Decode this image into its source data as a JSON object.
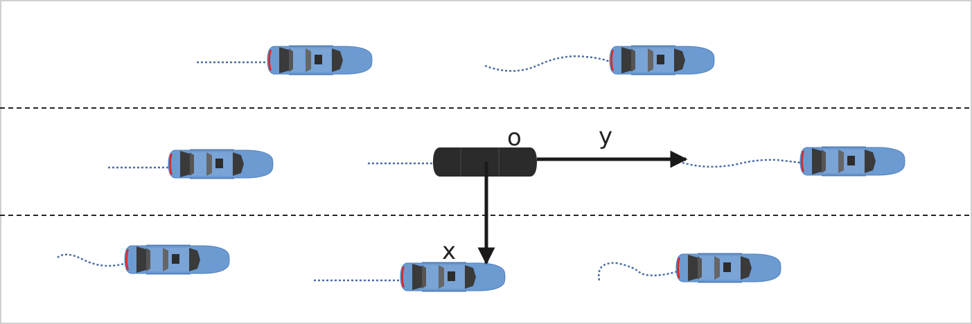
{
  "diagram": {
    "frame_color": "#cfcfcf",
    "lane_line_color": "#222222",
    "trajectory_color": "#4a6aa9",
    "other_vehicle_color": "#6c9bd2",
    "ego_vehicle_color": "#2b2b2b",
    "axis_color": "#1a1a1a",
    "labels": {
      "origin": "o",
      "y_axis": "y",
      "x_axis": "x"
    },
    "vehicles": [
      {
        "id": "v-top-left",
        "lane": "top",
        "trajectory": "straight"
      },
      {
        "id": "v-top-right",
        "lane": "top",
        "trajectory": "wavy"
      },
      {
        "id": "v-mid-left",
        "lane": "middle",
        "trajectory": "straight"
      },
      {
        "id": "ego",
        "lane": "middle",
        "trajectory": "straight",
        "ego": true
      },
      {
        "id": "v-mid-right",
        "lane": "middle",
        "trajectory": "wavy"
      },
      {
        "id": "v-bot-left",
        "lane": "bottom",
        "trajectory": "wavy"
      },
      {
        "id": "v-bot-center",
        "lane": "bottom",
        "trajectory": "straight"
      },
      {
        "id": "v-bot-right",
        "lane": "bottom",
        "trajectory": "wavy"
      }
    ]
  }
}
